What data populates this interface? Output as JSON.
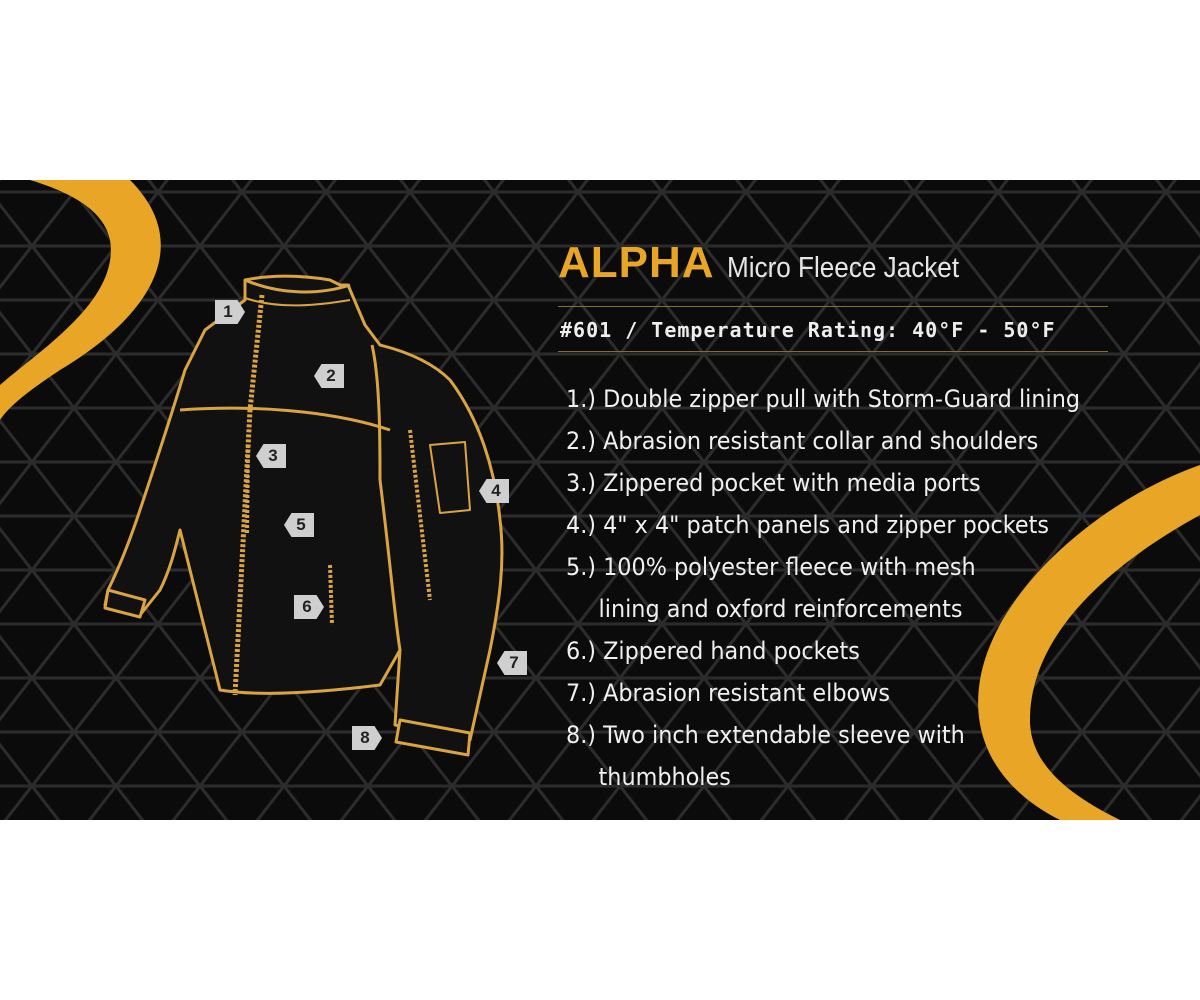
{
  "product": {
    "name": "ALPHA",
    "type": "Micro Fleece Jacket",
    "rating": "#601 / Temperature Rating: 40°F - 50°F"
  },
  "features": [
    "1.) Double zipper pull with Storm-Guard lining",
    "2.) Abrasion resistant collar and shoulders",
    "3.) Zippered pocket with media ports",
    "4.) 4\" x 4\" patch panels and zipper pockets",
    "5.) 100% polyester fleece with mesh",
    "lining and oxford reinforcements",
    "6.) Zippered hand pockets",
    "7.) Abrasion resistant elbows",
    "8.) Two inch extendable sleeve with",
    "thumbholes"
  ],
  "callouts": [
    "1",
    "2",
    "3",
    "4",
    "5",
    "6",
    "7",
    "8"
  ],
  "colors": {
    "accent": "#e8a526",
    "background": "#0b0b0b",
    "outline": "#d9a441"
  }
}
